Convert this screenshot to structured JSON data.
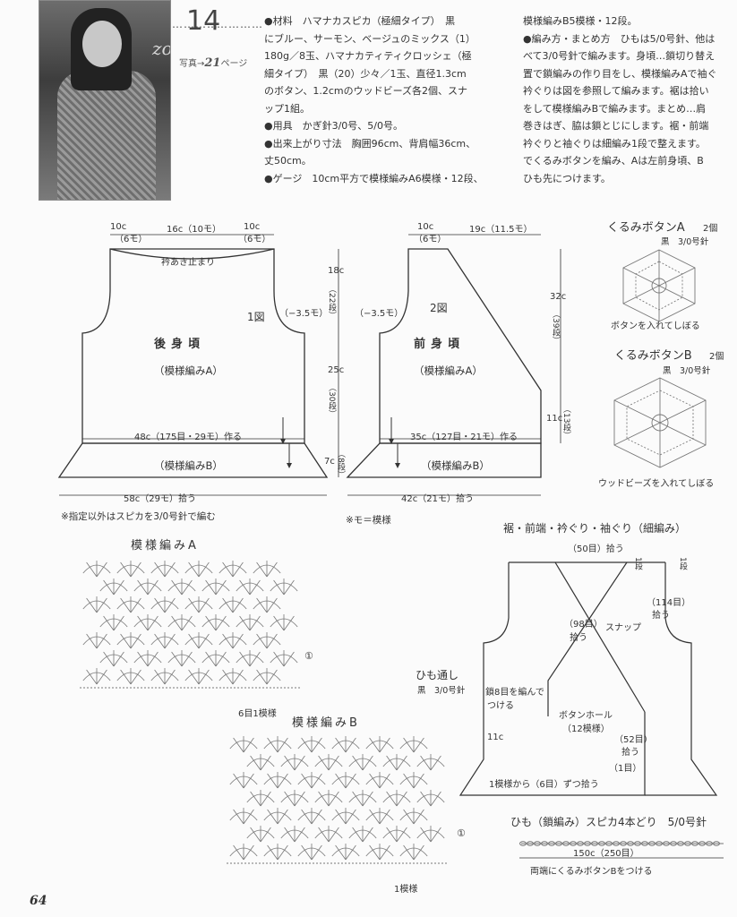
{
  "header": {
    "pattern_number": "14",
    "dots": "…………",
    "page_prefix": "写真→",
    "page_num": "21",
    "page_suffix": "ページ",
    "vertical": "zolly"
  },
  "spec_col1": [
    "●材料　ハマナカスピカ（極細タイプ）　黒",
    "にブルー、サーモン、ベージュのミックス（1）",
    "180g／8玉、ハマナカティティクロッシェ（極",
    "細タイプ）　黒（20）少々／1玉、直径1.3cm",
    "のボタン、1.2cmのウッドビーズ各2個、スナ",
    "ップ1組。",
    "●用具　かぎ針3/0号、5/0号。",
    "●出来上がり寸法　胸囲96cm、背肩幅36cm、",
    "丈50cm。",
    "●ゲージ　10cm平方で模様編みA6模様・12段、"
  ],
  "spec_col2": [
    "模様編みB5模様・12段。",
    "●編み方・まとめ方　ひもは5/0号針、他は",
    "べて3/0号針で編みます。身頃…鎖切り替え",
    "置で鎖編みの作り目をし、模様編みAで袖ぐ",
    "衿ぐりは図を参照して編みます。裾は拾い",
    "をして模様編みBで編みます。まとめ…肩",
    "巻きはぎ、脇は鎖とじにします。裾・前端",
    "衿ぐりと袖ぐりは細編み1段で整えます。",
    "でくるみボタンを編み、Aは左前身頃、B",
    "ひも先につけます。"
  ],
  "back": {
    "top_left": "10c",
    "top_left_sub": "（6モ）",
    "top_mid": "16c（10モ）",
    "top_right": "10c",
    "top_right_sub": "（6モ）",
    "neck_note": "衿あき止まり",
    "fig": "1図",
    "dec": "（−3.5モ）",
    "title": "後身頃",
    "pattern": "（模様編みA）",
    "chain": "48c（175目・29モ）作る",
    "band": "（模様編みB）",
    "bottom": "58c（29モ）拾う",
    "h1": "18c",
    "h1_sub": "（22段）",
    "h2": "25c",
    "h2_sub": "（30段）",
    "h3": "7c",
    "h3_sub": "（8段）"
  },
  "front": {
    "top_left": "10c",
    "top_left_sub": "（6モ）",
    "top_right": "19c（11.5モ）",
    "fig": "2図",
    "dec": "（−3.5モ）",
    "title": "前身頃",
    "pattern": "（模様編みA）",
    "chain": "35c（127目・21モ）作る",
    "band": "（模様編みB）",
    "bottom": "42c（21モ）拾う",
    "h1": "32c",
    "h1_sub": "（39段）",
    "h2": "11c",
    "h2_sub": "（13段）"
  },
  "notes": {
    "note1": "※指定以外はスピカを3/0号針で編む",
    "note2": "※モ＝模様"
  },
  "buttons": {
    "a_title": "くるみボタンA",
    "a_qty": "2個",
    "a_yarn": "黒　3/0号針",
    "a_caption": "ボタンを入れてしぼる",
    "b_title": "くるみボタンB",
    "b_qty": "2個",
    "b_yarn": "黒　3/0号針",
    "b_caption": "ウッドビーズを入れてしぼる"
  },
  "pattern_a": {
    "title": "模様編みA",
    "repeat": "6目1模様",
    "mark": "①"
  },
  "pattern_b": {
    "title": "模様編みB",
    "repeat": "1模様",
    "mark": "①"
  },
  "finish": {
    "title": "裾・前端・衿ぐり・袖ぐり（細編み）",
    "neck_pick": "（50目）拾う",
    "one_row": "1段",
    "arm_pick": "（114目）",
    "arm_pick2": "拾う",
    "front_pick": "（98目）",
    "front_pick2": "拾う",
    "snap": "スナップ",
    "tie_loop": "ひも通し",
    "tie_loop_yarn": "黒　3/0号針",
    "chain_note": "鎖8目を編んで",
    "chain_note2": "つける",
    "button_hole": "ボタンホール",
    "button_hole2": "（12模様）",
    "len": "11c",
    "pick52": "（52目）",
    "pick52b": "拾う",
    "one": "（1目）",
    "hem_pick": "1模様から（6目）ずつ拾う"
  },
  "cord": {
    "title": "ひも（鎖編み）スピカ4本どり　5/0号針",
    "len": "150c（250目）",
    "note": "両端にくるみボタンBをつける"
  },
  "page_number": "64"
}
